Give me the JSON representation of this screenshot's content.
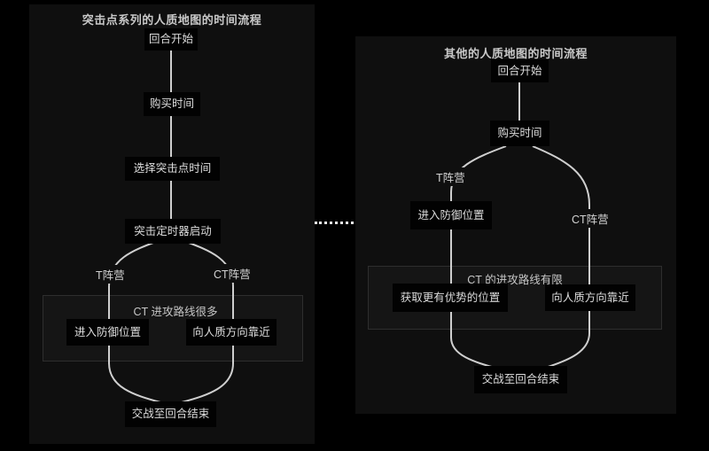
{
  "colors": {
    "canvas_bg": "#000000",
    "panel_bg": "#0f0f0f",
    "node_bg": "#020202",
    "node_text": "#dcdcdc",
    "edge_line": "#cfcfcf",
    "group_border": "#2e2e2e",
    "group_bg": "#151515",
    "dotted_link": "#ededed"
  },
  "left_chart": {
    "title": "突击点系列的人质地图的时间流程",
    "nodes": {
      "round_start": "回合开始",
      "buy_time": "购买时间",
      "choose_point_time": "选择突击点时间",
      "assault_timer": "突击定时器启动",
      "t_side_label": "T阵营",
      "ct_side_label": "CT阵营",
      "group_note": "CT 进攻路线很多",
      "enter_defense": "进入防御位置",
      "approach_hostage": "向人质方向靠近",
      "fight_to_end": "交战至回合结束"
    }
  },
  "right_chart": {
    "title": "其他的人质地图的时间流程",
    "nodes": {
      "round_start": "回合开始",
      "buy_time": "购买时间",
      "t_side_label": "T阵营",
      "ct_side_label": "CT阵营",
      "enter_defense": "进入防御位置",
      "group_note": "CT 的进攻路线有限",
      "better_position": "获取更有优势的位置",
      "approach_hostage": "向人质方向靠近",
      "fight_to_end": "交战至回合结束"
    }
  }
}
